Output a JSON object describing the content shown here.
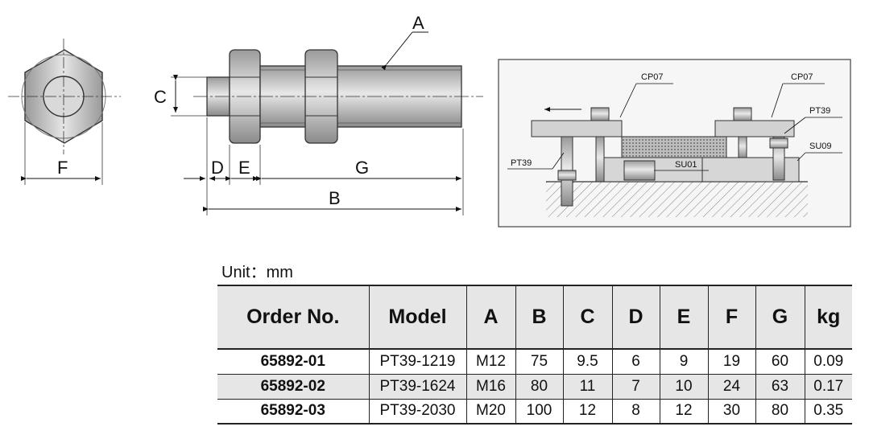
{
  "drawing": {
    "dimension_labels": {
      "A": "A",
      "B": "B",
      "C": "C",
      "D": "D",
      "E": "E",
      "F": "F",
      "G": "G"
    },
    "callouts": {
      "cp07_left": "CP07",
      "cp07_right": "CP07",
      "pt39_left": "PT39",
      "pt39_right": "PT39",
      "su01": "SU01",
      "su09": "SU09"
    }
  },
  "unit_label": "Unit：mm",
  "table": {
    "headers": [
      "Order No.",
      "Model",
      "A",
      "B",
      "C",
      "D",
      "E",
      "F",
      "G",
      "kg"
    ],
    "rows": [
      [
        "65892-01",
        "PT39-1219",
        "M12",
        "75",
        "9.5",
        "6",
        "9",
        "19",
        "60",
        "0.09"
      ],
      [
        "65892-02",
        "PT39-1624",
        "M16",
        "80",
        "11",
        "7",
        "10",
        "24",
        "63",
        "0.17"
      ],
      [
        "65892-03",
        "PT39-2030",
        "M20",
        "100",
        "12",
        "8",
        "12",
        "30",
        "80",
        "0.35"
      ]
    ]
  }
}
